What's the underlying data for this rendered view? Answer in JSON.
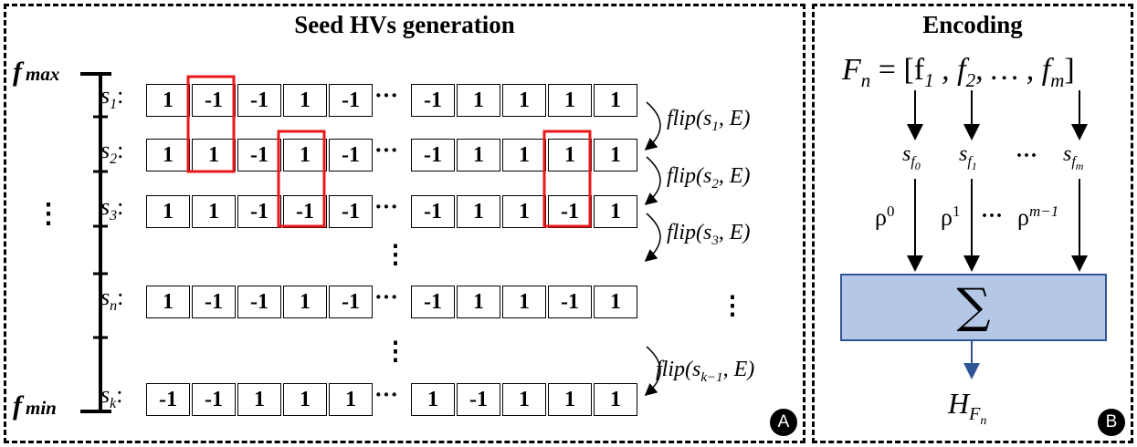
{
  "panel_a": {
    "title": "Seed HVs generation",
    "fmax": "max",
    "fmin": "min",
    "f_letter": "f",
    "colon": ":",
    "row_dots": "···",
    "rows": [
      {
        "name": "s1",
        "label": "s",
        "sub": "1",
        "left": [
          "1",
          "-1",
          "-1",
          "1",
          "-1"
        ],
        "right": [
          "-1",
          "1",
          "1",
          "1",
          "1"
        ]
      },
      {
        "name": "s2",
        "label": "s",
        "sub": "2",
        "left": [
          "1",
          "1",
          "-1",
          "1",
          "-1"
        ],
        "right": [
          "-1",
          "1",
          "1",
          "1",
          "1"
        ]
      },
      {
        "name": "s3",
        "label": "s",
        "sub": "3",
        "left": [
          "1",
          "1",
          "-1",
          "-1",
          "-1"
        ],
        "right": [
          "-1",
          "1",
          "1",
          "-1",
          "1"
        ]
      },
      {
        "name": "sn",
        "label": "s",
        "sub": "n",
        "left": [
          "1",
          "-1",
          "-1",
          "1",
          "-1"
        ],
        "right": [
          "-1",
          "1",
          "1",
          "-1",
          "1"
        ]
      },
      {
        "name": "sk",
        "label": "s",
        "sub": "k",
        "left": [
          "-1",
          "-1",
          "1",
          "1",
          "1"
        ],
        "right": [
          "1",
          "-1",
          "1",
          "1",
          "1"
        ]
      }
    ],
    "flips": [
      {
        "text": "flip(s",
        "sub": "1",
        "tail": ", E)"
      },
      {
        "text": "flip(s",
        "sub": "2",
        "tail": ", E)"
      },
      {
        "text": "flip(s",
        "sub": "3",
        "tail": ", E)"
      },
      {
        "text": "flip(s",
        "sub": "k−1",
        "tail": ", E)"
      }
    ],
    "badge": "A"
  },
  "panel_b": {
    "title": "Encoding",
    "equation_lhs": "F",
    "equation_lhs_sub": "n",
    "equation_rhs": "= [f",
    "f_items": [
      {
        "sub": "1",
        "sep": " ,  f"
      },
      {
        "sub": "2",
        "sep": ", …  ,  f"
      },
      {
        "sub": "m",
        "sep": "]"
      }
    ],
    "seeds": [
      {
        "s": "s",
        "sub": "f",
        "subsub": "0"
      },
      {
        "s": "s",
        "sub": "f",
        "subsub": "1"
      },
      {
        "s": "s",
        "sub": "f",
        "subsub": "m"
      }
    ],
    "seed_dots": "···",
    "rhos": [
      {
        "rho": "ρ",
        "exp": "0"
      },
      {
        "rho": "ρ",
        "exp": "1"
      },
      {
        "rho": "ρ",
        "exp": "m−1"
      }
    ],
    "rho_dots": "···",
    "sum_symbol": "∑",
    "output": "H",
    "output_sub": "F",
    "output_subsub": "n",
    "badge": "B",
    "colors": {
      "sum_fill": "#b4c7e7",
      "sum_border": "#2f5597",
      "output_arrow": "#2f5597"
    }
  },
  "colors": {
    "highlight": "#e8191b"
  }
}
